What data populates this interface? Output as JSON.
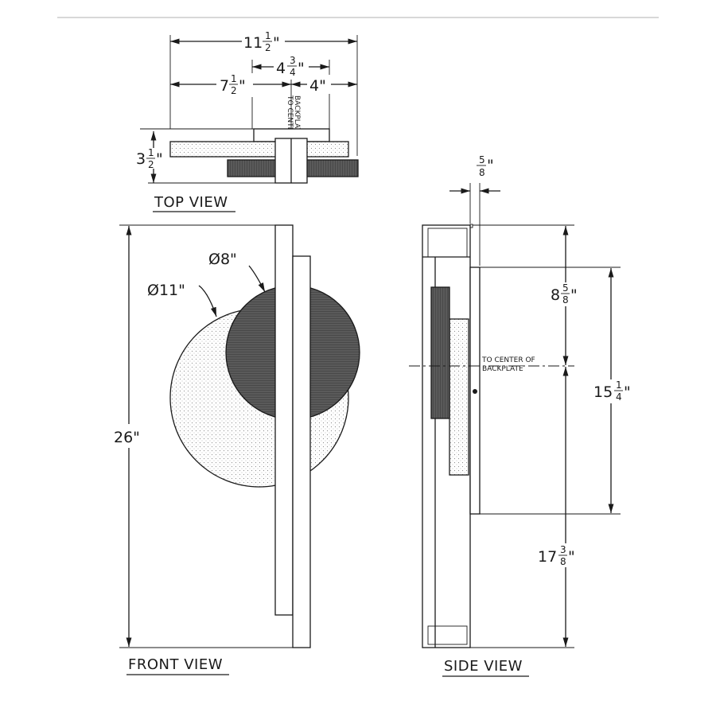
{
  "top_view": {
    "title": "TOP VIEW",
    "overall_width": {
      "whole": "11",
      "num": "1",
      "den": "2",
      "unit": "\""
    },
    "center_span": {
      "whole": "4",
      "num": "3",
      "den": "4",
      "unit": "\""
    },
    "left_offset": {
      "whole": "7",
      "num": "1",
      "den": "2",
      "unit": "\""
    },
    "right_offset": "4\"",
    "depth": {
      "whole": "3",
      "num": "1",
      "den": "2",
      "unit": "\""
    },
    "center_note_line1": "TO CENTER OF",
    "center_note_line2": "BACKPLATE"
  },
  "front_view": {
    "title": "FRONT VIEW",
    "height": "26\"",
    "small_disc_diameter": "Ø8\"",
    "large_disc_diameter": "Ø11\""
  },
  "side_view": {
    "title": "SIDE VIEW",
    "plate_thickness": {
      "num": "5",
      "den": "8",
      "unit": "\""
    },
    "upper_to_center": {
      "whole": "8",
      "num": "5",
      "den": "8",
      "unit": "\""
    },
    "backplate_height": {
      "whole": "15",
      "num": "1",
      "den": "4",
      "unit": "\""
    },
    "lower_to_bottom": {
      "whole": "17",
      "num": "3",
      "den": "8",
      "unit": "\""
    },
    "center_note_line1": "TO CENTER OF",
    "center_note_line2": "BACKPLATE"
  },
  "colors": {
    "line": "#1a1a1a",
    "dark_disc": "#555555",
    "light_disc_dots": "#9a9a9a",
    "top_rule": "#d8d8d8"
  }
}
